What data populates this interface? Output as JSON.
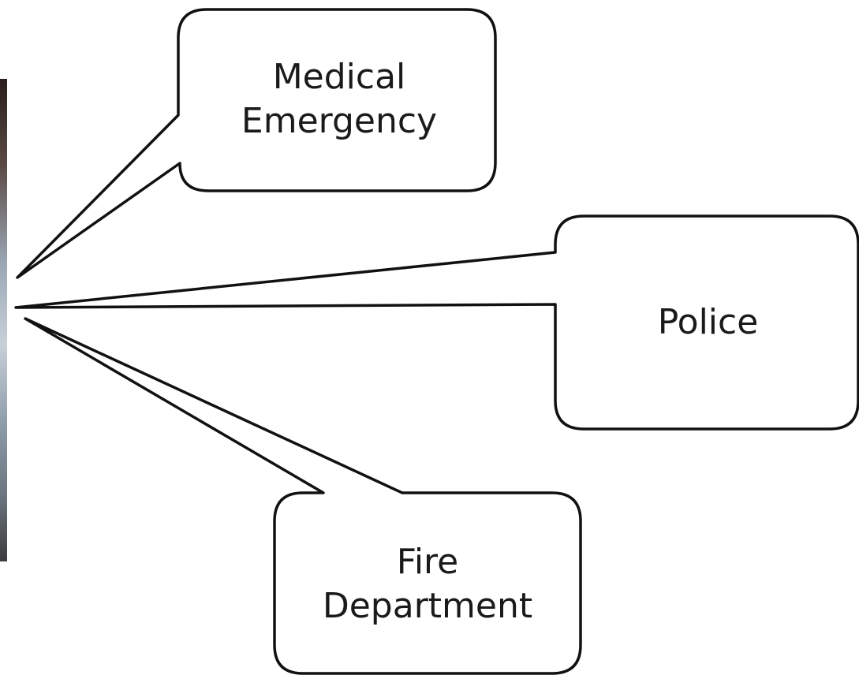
{
  "callouts": [
    {
      "id": "medical",
      "lines": [
        "Medical",
        "Emergency"
      ]
    },
    {
      "id": "police",
      "lines": [
        "Police"
      ]
    },
    {
      "id": "fire",
      "lines": [
        "Fire",
        "Department"
      ]
    }
  ],
  "photo": {
    "colors": [
      "#2a1e1a",
      "#5a4a45",
      "#9aa6b4",
      "#c8d0d8",
      "#8c9aa8",
      "#6d7680",
      "#3c3c3e"
    ]
  },
  "colors": {
    "stroke": "#111111",
    "text": "#1a1a1a",
    "background": "#ffffff"
  }
}
